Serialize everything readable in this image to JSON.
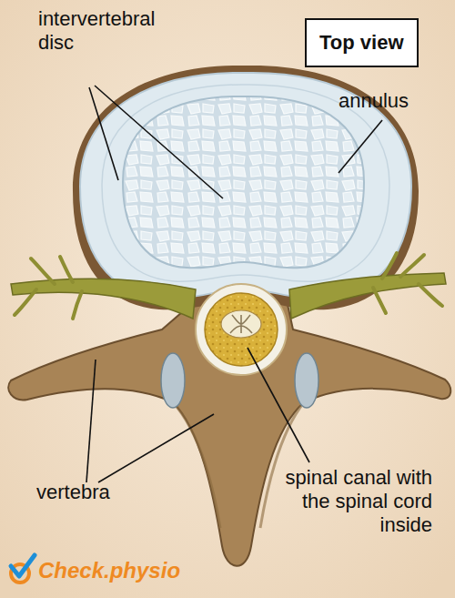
{
  "diagram": {
    "nodes": [
      {
        "text": [
          "Top view"
        ]
      }
    ],
    "labels": [
      "intervertebral disc",
      "annulus",
      "vertebra",
      "spinal canal with the spinal cord inside",
      "Check.physio"
    ]
  }
}
